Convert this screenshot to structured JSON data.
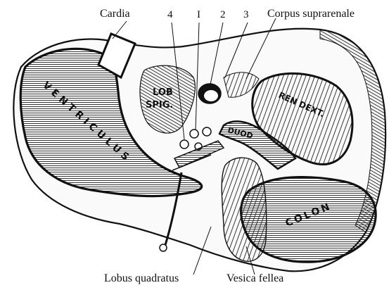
{
  "labels": {
    "cardia": "Cardia",
    "n4": "4",
    "n1": "I",
    "n2": "2",
    "n3": "3",
    "corpus_suprarenale": "Corpus suprarenale",
    "lobus_quadratus": "Lobus quadratus",
    "vesica_fellea": "Vesica fellea"
  },
  "organs": {
    "ventriculus": "VENTRICULUS",
    "lob_spig_1": "LOB",
    "lob_spig_2": "SPIG.",
    "ren_dext": "REN DEXT.",
    "duod": "DUOD",
    "colon": "COLON"
  },
  "colors": {
    "ink": "#111111",
    "background": "#ffffff"
  }
}
